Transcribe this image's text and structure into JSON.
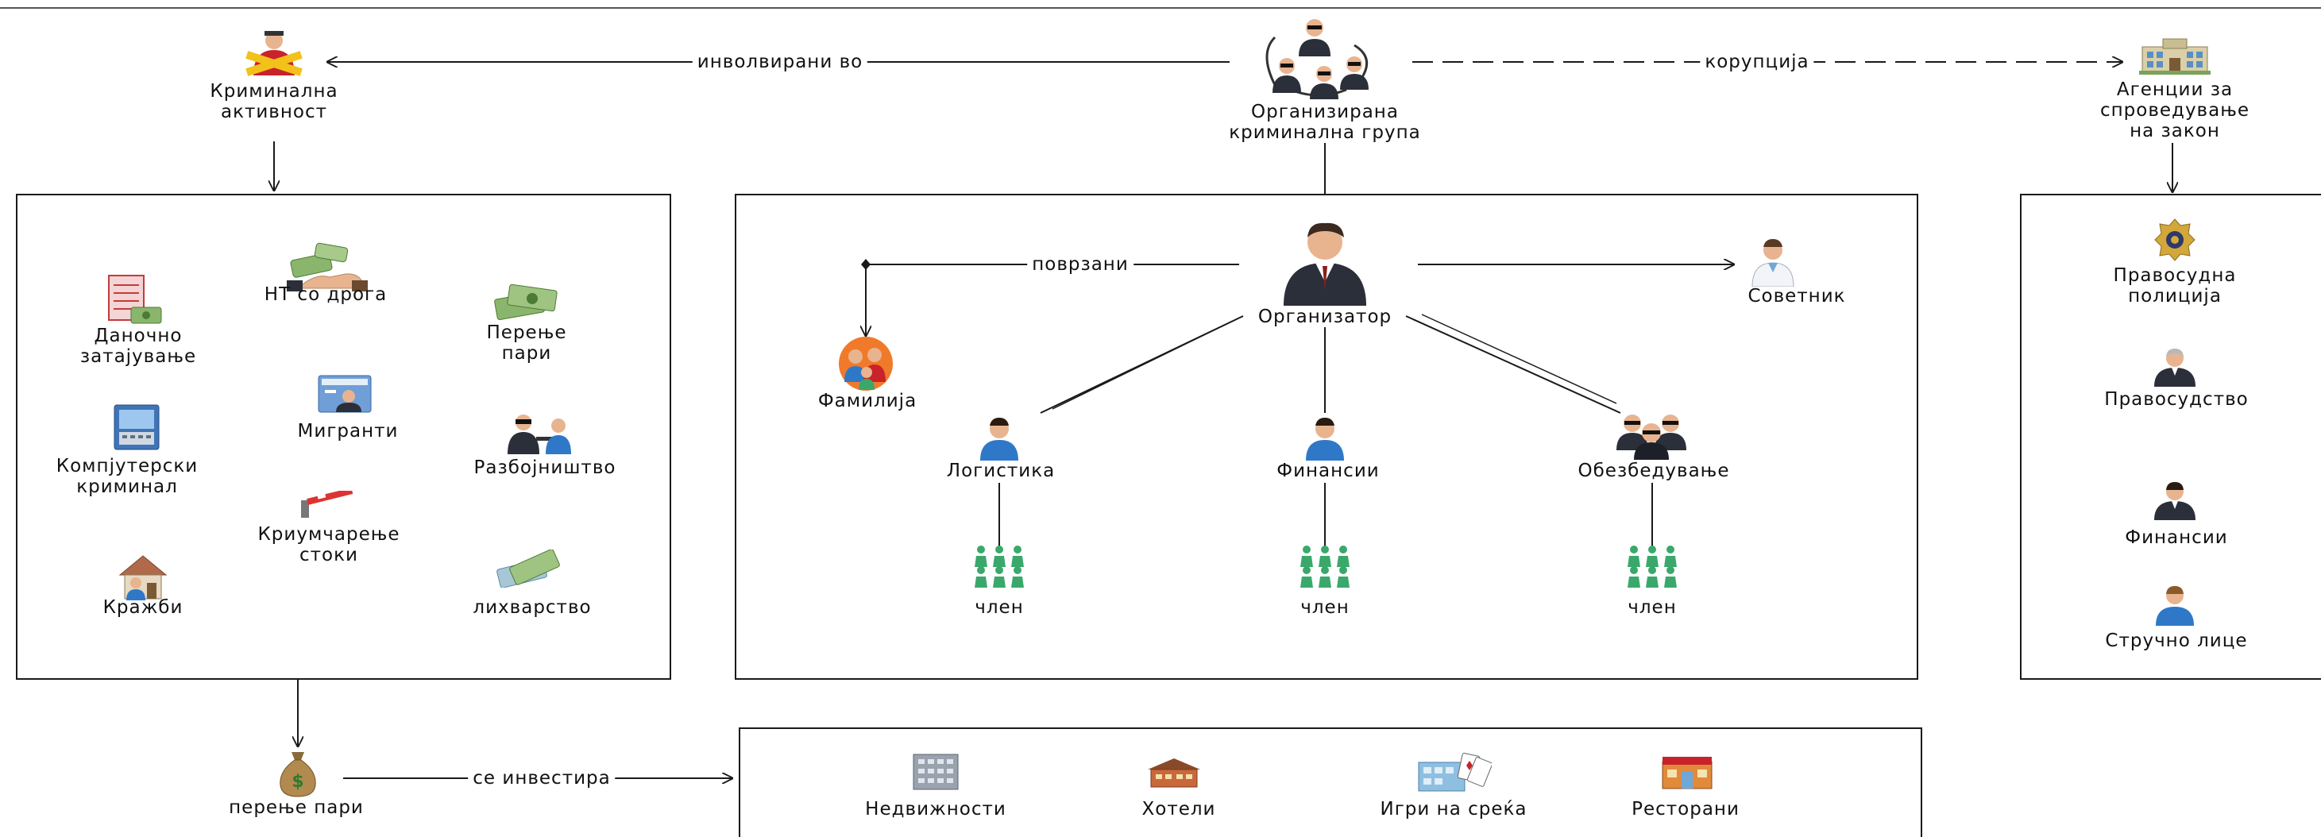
{
  "nodes": {
    "criminal_activity": "Криминална\nактивност",
    "org_group": "Организирана\nкриминална група",
    "law_agencies": "Агенции за\nспроведување\nна закон",
    "tax_evasion": "Даночно\nзатајување",
    "drug_trade": "НТ со дрога",
    "money_laundering_act": "Перење\nпари",
    "migrants": "Мигранти",
    "computer_crime": "Компјутерски\nкриминал",
    "robbery": "Разбојништво",
    "smuggling": "Криумчарење\nстоки",
    "theft": "Кражби",
    "usury": "лихварство",
    "organizer": "Организатор",
    "advisor": "Советник",
    "family": "Фамилија",
    "logistics": "Логистика",
    "finances": "Финансии",
    "security": "Обезбедување",
    "member_1": "член",
    "member_2": "член",
    "member_3": "член",
    "judicial_police": "Правосудна\nполиција",
    "judiciary": "Правосудство",
    "agency_finances": "Финансии",
    "expert": "Стручно лице",
    "money_laundering": "перење пари",
    "real_estate": "Недвижности",
    "hotels": "Хотели",
    "gambling": "Игри на среќа",
    "restaurants": "Ресторани"
  },
  "edges": {
    "involved_in": "инволвирани во",
    "corruption": "корупција",
    "related": "поврзани",
    "invested": "се инвестира"
  },
  "colors": {
    "line": "#1a1a1a",
    "suit": "#2b2f3a",
    "skin": "#e8b48f",
    "blue_shirt": "#2f78c8",
    "member_green": "#3aa86b",
    "money": "#7fa860"
  }
}
